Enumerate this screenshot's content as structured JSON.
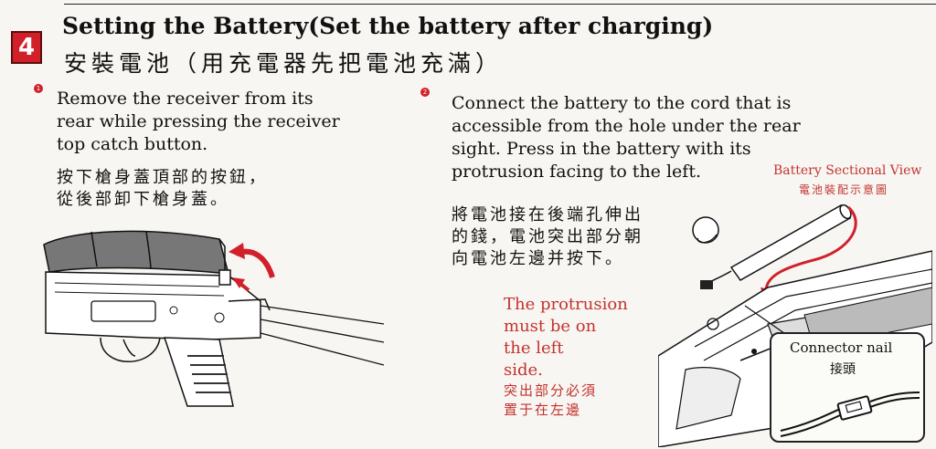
{
  "step": {
    "number": "4"
  },
  "title": {
    "en": "Setting the Battery(Set the battery after charging)",
    "zh": "安裝電池（用充電器先把電池充滿）"
  },
  "step1": {
    "marker": "1",
    "en_lines": [
      "Remove the receiver from its",
      "rear while pressing the receiver",
      "top catch button."
    ],
    "zh_lines": [
      "按下槍身蓋頂部的按鈕，",
      "從後部卸下槍身蓋。"
    ]
  },
  "step2": {
    "marker": "2",
    "en_lines": [
      "Connect the battery to the cord that is",
      "accessible from the hole under the rear",
      "sight. Press in the battery with its",
      "protrusion facing to the left."
    ],
    "zh_lines": [
      "將電池接在後端孔伸出",
      "的錢，電池突出部分朝",
      "向電池左邊并按下。"
    ]
  },
  "protrusion_note": {
    "en_lines": [
      "The protrusion",
      "must be on",
      "the left",
      "side."
    ],
    "zh_lines": [
      "突出部分必須",
      "置于在左邊"
    ]
  },
  "battery_view": {
    "en": "Battery Sectional View",
    "zh": "電池裝配示意圖"
  },
  "connector": {
    "en": "Connector nail",
    "zh": "接頭"
  },
  "colors": {
    "accent_red": "#d2202a",
    "note_red": "#c4322f"
  }
}
